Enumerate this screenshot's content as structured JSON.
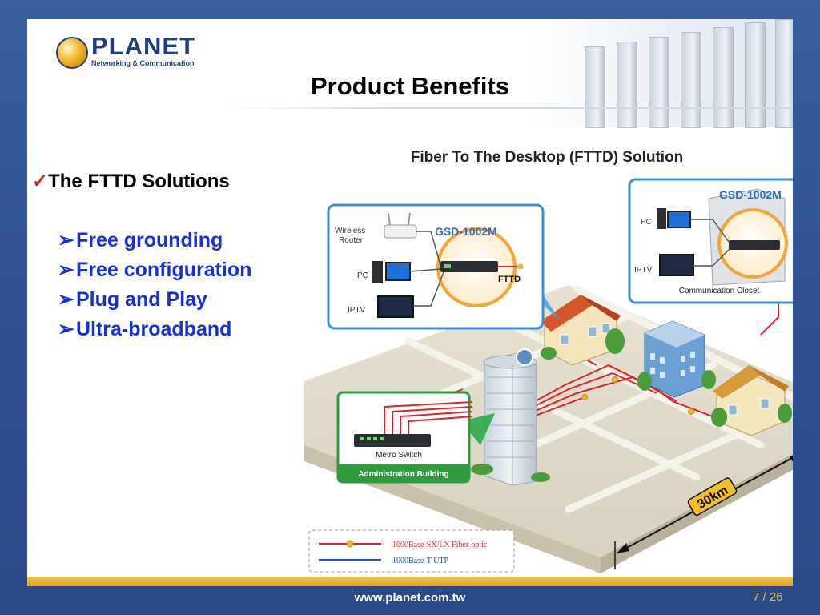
{
  "logo": {
    "name": "PLANET",
    "tagline": "Networking & Communication"
  },
  "title": "Product Benefits",
  "bullets": {
    "main": "The FTTD Solutions",
    "sub": [
      "Free grounding",
      "Free configuration",
      "Plug and Play",
      "Ultra-broadband"
    ]
  },
  "diagram": {
    "heading": "Fiber To The Desktop (FTTD) Solution",
    "home_box": {
      "model": "GSD-1002M",
      "wireless_router": "Wireless\nRouter",
      "pc": "PC",
      "iptv": "IPTV",
      "fttd": "FTTD"
    },
    "closet_box": {
      "model": "GSD-1002M",
      "pc": "PC",
      "iptv": "IPTV",
      "caption": "Communication Closet"
    },
    "admin_box": {
      "device": "Metro Switch",
      "caption": "Administration Building"
    },
    "distance": "30km",
    "legend": [
      {
        "label": "1000Base-SX/LX Fiber-optic",
        "color": "#d9262b"
      },
      {
        "label": "1000Base-T UTP",
        "color": "#1f4fbf"
      }
    ]
  },
  "footer": {
    "url": "www.planet.com.tw",
    "page": "7 / 26"
  },
  "colors": {
    "frame_blue": "#2f5090",
    "accent_gold": "#e9b848",
    "bullet_blue": "#1530d6",
    "check_red": "#d41f1f",
    "admin_green": "#2f9a3e",
    "box_blue": "#3a8fd0"
  }
}
